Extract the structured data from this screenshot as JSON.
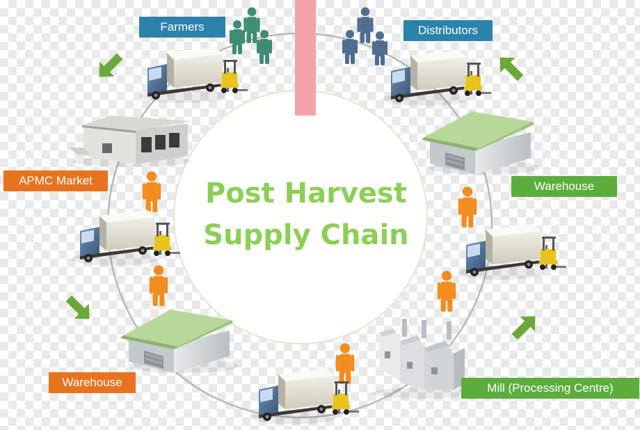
{
  "title": {
    "line1": "Post Harvest",
    "line2": "Supply Chain"
  },
  "labels": {
    "farmers": "Farmers",
    "distributors": "Distributors",
    "apmc_market": "APMC Market",
    "warehouse_right": "Warehouse",
    "warehouse_left": "Warehouse",
    "mill": "Mill (Processing Centre)"
  },
  "colors": {
    "blue_label": "#2b82ab",
    "orange_label": "#e8731f",
    "green_label": "#5cad3c",
    "title_green": "#8bcf55",
    "arrow_green": "#6da83b",
    "person_orange": "#f28c1e",
    "person_blue": "#4f6d8f",
    "person_teal": "#3e8c74",
    "pink_bar": "#f4a3a8"
  }
}
